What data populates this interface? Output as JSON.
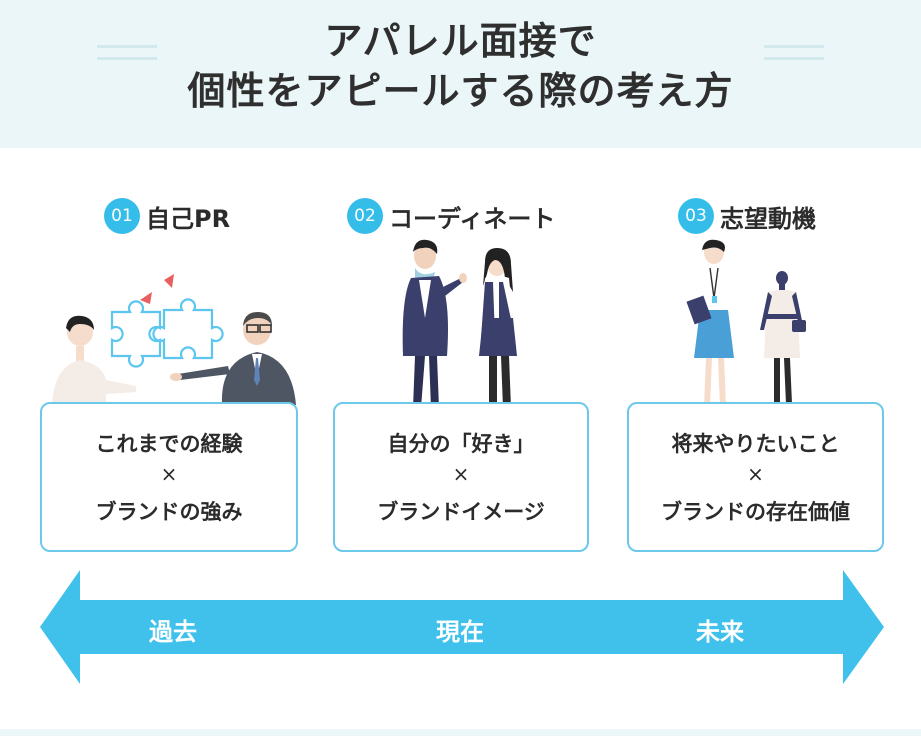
{
  "title": {
    "line1": "アパレル面接で",
    "line2": "個性をアピールする際の考え方"
  },
  "colors": {
    "accent": "#35bdea",
    "card_border": "#6cc9ea",
    "header_bg": "#eaf6f8",
    "arrow": "#3fc1ec"
  },
  "items": [
    {
      "number": "01",
      "label": "自己PR",
      "line1": "これまでの経験",
      "times": "×",
      "line2": "ブランドの強み"
    },
    {
      "number": "02",
      "label": "コーディネート",
      "line1": "自分の「好き」",
      "times": "×",
      "line2": "ブランドイメージ"
    },
    {
      "number": "03",
      "label": "志望動機",
      "line1": "将来やりたいこと",
      "times": "×",
      "line2": "ブランドの存在価値"
    }
  ],
  "timeline": {
    "past": "過去",
    "present": "現在",
    "future": "未来"
  }
}
